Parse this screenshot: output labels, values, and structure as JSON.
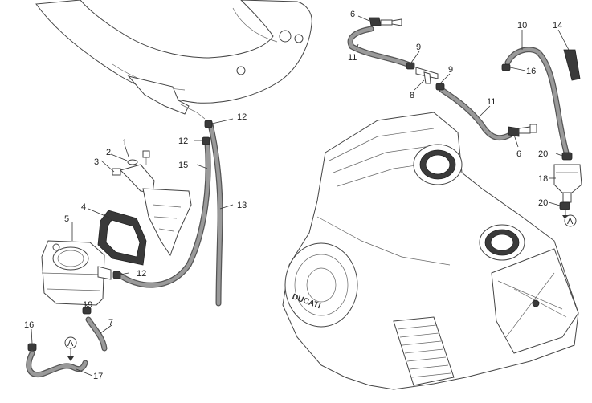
{
  "callouts": {
    "c1": "1",
    "c2": "2",
    "c3": "3",
    "c4": "4",
    "c5": "5",
    "c6a": "6",
    "c6b": "6",
    "c7": "7",
    "c8": "8",
    "c9a": "9",
    "c9b": "9",
    "c10": "10",
    "c11a": "11",
    "c11b": "11",
    "c12a": "12",
    "c12b": "12",
    "c12c": "12",
    "c13": "13",
    "c14": "14",
    "c15": "15",
    "c16a": "16",
    "c16b": "16",
    "c17": "17",
    "c18": "18",
    "c19": "19",
    "c20a": "20",
    "c20b": "20",
    "refA1": "A",
    "refA2": "A"
  },
  "logo_text": "DUCATI",
  "colors": {
    "line": "#333333",
    "hose": "#555555",
    "hose_dark": "#3a3a3a"
  }
}
